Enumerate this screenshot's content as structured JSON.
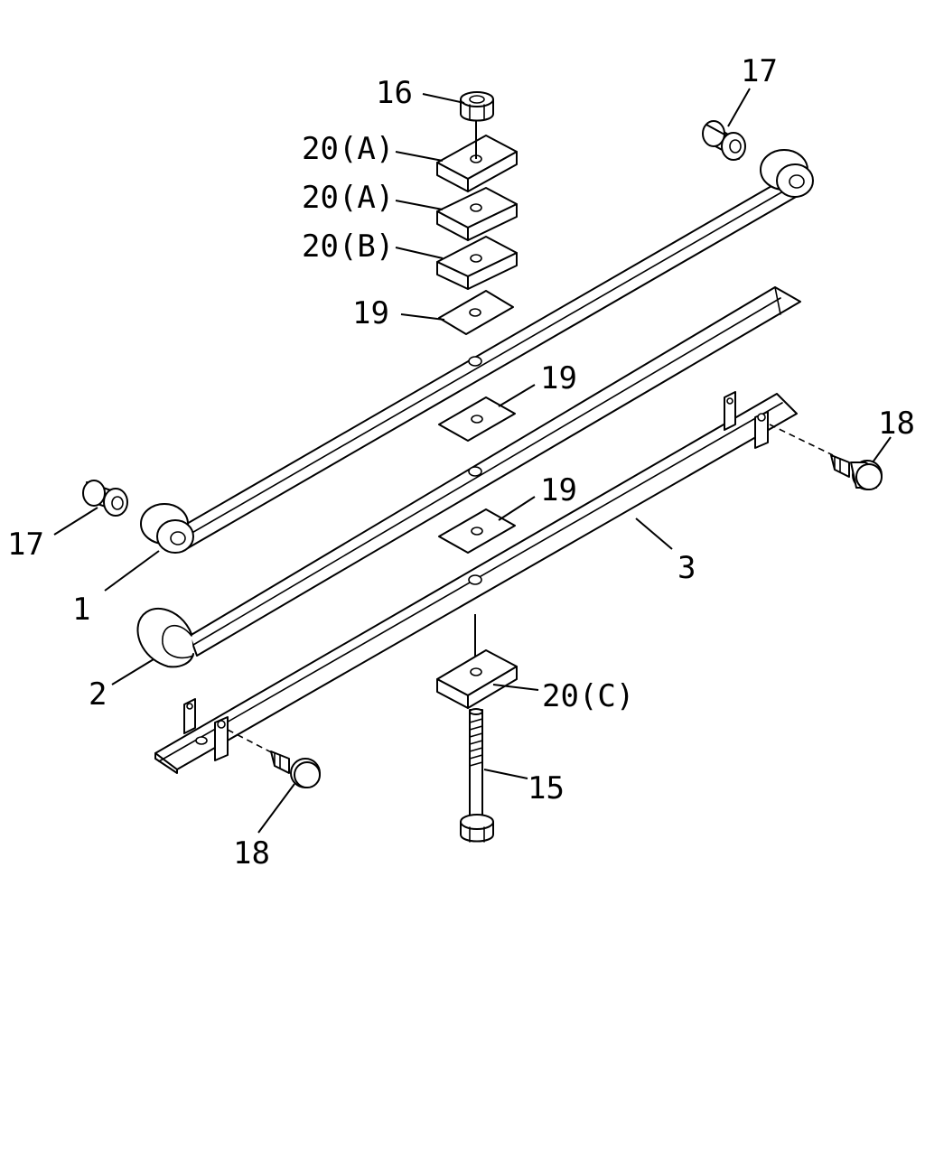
{
  "callouts": {
    "c16": "16",
    "c17_top": "17",
    "c17_left": "17",
    "c20a_1": "20(A)",
    "c20a_2": "20(A)",
    "c20b": "20(B)",
    "c19_a": "19",
    "c19_b": "19",
    "c19_c": "19",
    "c18_right": "18",
    "c18_left": "18",
    "c1": "1",
    "c2": "2",
    "c3": "3",
    "c20c": "20(C)",
    "c15": "15"
  }
}
